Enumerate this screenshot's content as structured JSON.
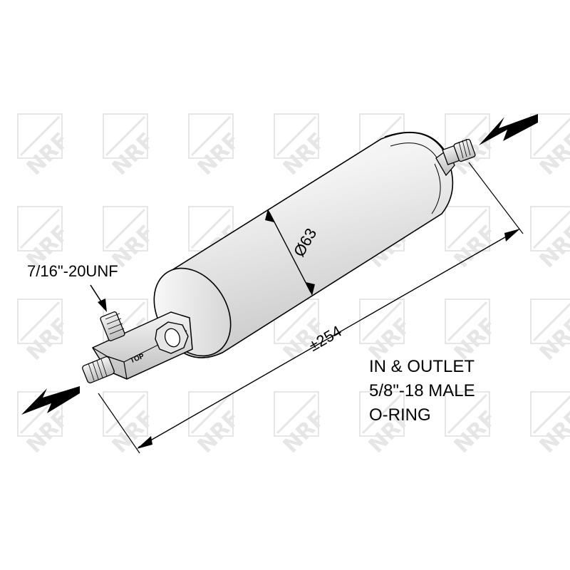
{
  "watermark": {
    "text": "NRF",
    "color": "#e6e6e6"
  },
  "labels": {
    "fitting_thread": "7/16\"-20UNF",
    "diameter": "Ø63",
    "length": "±254",
    "top_marker": "TOP",
    "port_note_line1": "IN & OUTLET",
    "port_note_line2": "5/8\"-18 MALE",
    "port_note_line3": "O-RING"
  },
  "colors": {
    "line": "#000000",
    "shade": "#d9d9d9",
    "background": "#ffffff"
  }
}
